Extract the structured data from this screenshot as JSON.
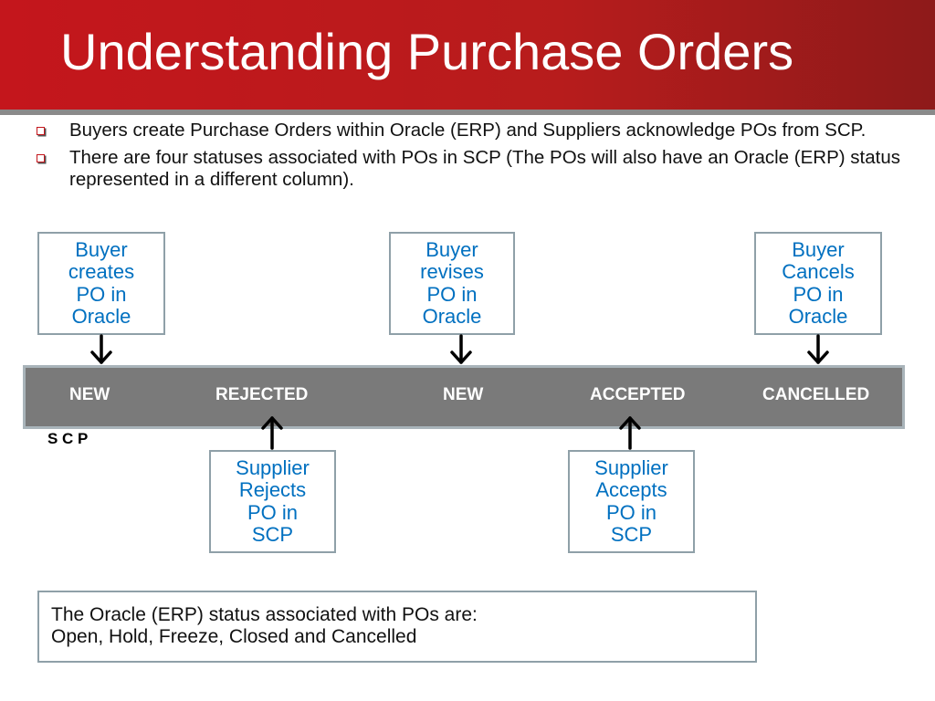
{
  "title": "Understanding Purchase Orders",
  "bullets": [
    "Buyers create Purchase Orders within Oracle (ERP) and Suppliers acknowledge POs from SCP.",
    "There are four statuses associated with POs in SCP (The POs will also have an Oracle (ERP) status represented in a different column)."
  ],
  "top_boxes": [
    {
      "lines": [
        "Buyer",
        "creates",
        "PO in",
        "Oracle"
      ]
    },
    {
      "lines": [
        "Buyer",
        "revises",
        "PO in",
        "Oracle"
      ]
    },
    {
      "lines": [
        "Buyer",
        "Cancels",
        "PO in",
        "Oracle"
      ]
    }
  ],
  "statuses": [
    "NEW",
    "REJECTED",
    "NEW",
    "ACCEPTED",
    "CANCELLED"
  ],
  "system_label": "S C P",
  "bottom_boxes": [
    {
      "lines": [
        "Supplier",
        "Rejects",
        "PO in",
        "SCP"
      ]
    },
    {
      "lines": [
        "Supplier",
        "Accepts",
        "PO in",
        "SCP"
      ]
    }
  ],
  "note": {
    "line1": "The Oracle (ERP) status associated with POs are:",
    "line2": "Open, Hold, Freeze, Closed and Cancelled"
  },
  "colors": {
    "header": "#c4161c",
    "box_text": "#0070c0",
    "bar": "#7a7a7a",
    "box_border": "#8fa0a8"
  }
}
